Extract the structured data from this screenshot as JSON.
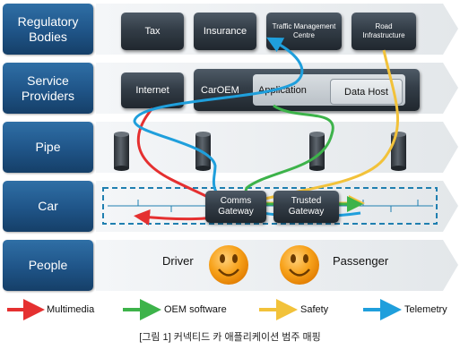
{
  "layers": [
    {
      "id": "regulatory",
      "label": "Regulatory Bodies"
    },
    {
      "id": "service",
      "label": "Service Providers"
    },
    {
      "id": "pipe",
      "label": "Pipe"
    },
    {
      "id": "car",
      "label": "Car"
    },
    {
      "id": "people",
      "label": "People"
    }
  ],
  "regulatory_boxes": {
    "tax": "Tax",
    "insurance": "Insurance",
    "traffic": "Traffic Management Centre",
    "road": "Road Infrastructure"
  },
  "service_boxes": {
    "internet": "Internet",
    "caroem": "CarOEM",
    "application": "Application",
    "data_host": "Data Host"
  },
  "car_boxes": {
    "comms_gateway": "Comms Gateway",
    "trusted_gateway": "Trusted Gateway"
  },
  "people": {
    "driver": "Driver",
    "passenger": "Passenger"
  },
  "legend": [
    {
      "label": "Multimedia",
      "color": "#e53030"
    },
    {
      "label": "OEM software",
      "color": "#3db34a"
    },
    {
      "label": "Safety",
      "color": "#f2c23a"
    },
    {
      "label": "Telemetry",
      "color": "#1f9fdc"
    }
  ],
  "caption": "[그림 1] 커넥티드 카 애플리케이션 범주 매핑"
}
